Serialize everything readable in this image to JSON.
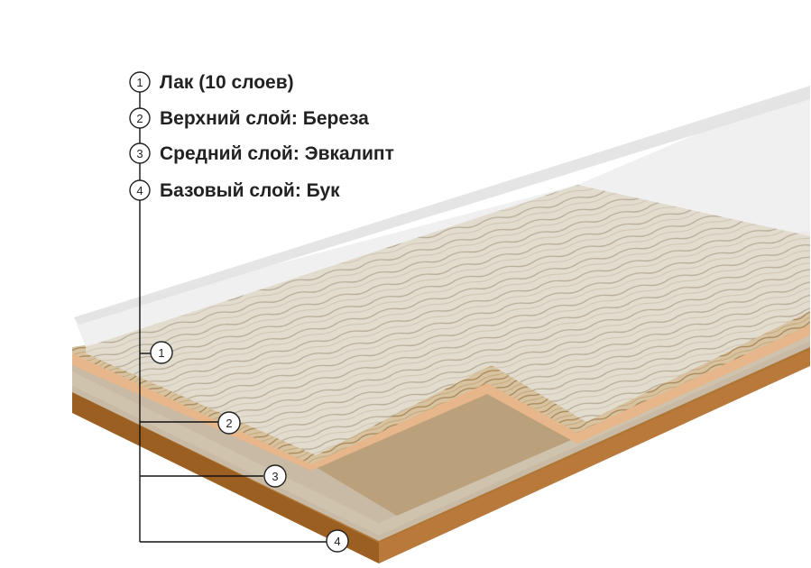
{
  "legend": {
    "items": [
      {
        "number": "1",
        "label": "Лак (10 слоев)"
      },
      {
        "number": "2",
        "label": "Верхний слой: Береза"
      },
      {
        "number": "3",
        "label": "Средний слой: Эвкалипт"
      },
      {
        "number": "4",
        "label": "Базовый слой: Бук"
      }
    ]
  },
  "markers": [
    "1",
    "2",
    "3",
    "4"
  ],
  "colors": {
    "lacquer": "#ebebeb",
    "top_layer_wood": "#e3ddd0",
    "top_layer_edge": "#c99e74",
    "accent_edge": "#e8b88c",
    "middle_layer": "#b8a07c",
    "middle_edge": "#c7b9a3",
    "base_layer": "#a8692b",
    "line": "#111111"
  }
}
